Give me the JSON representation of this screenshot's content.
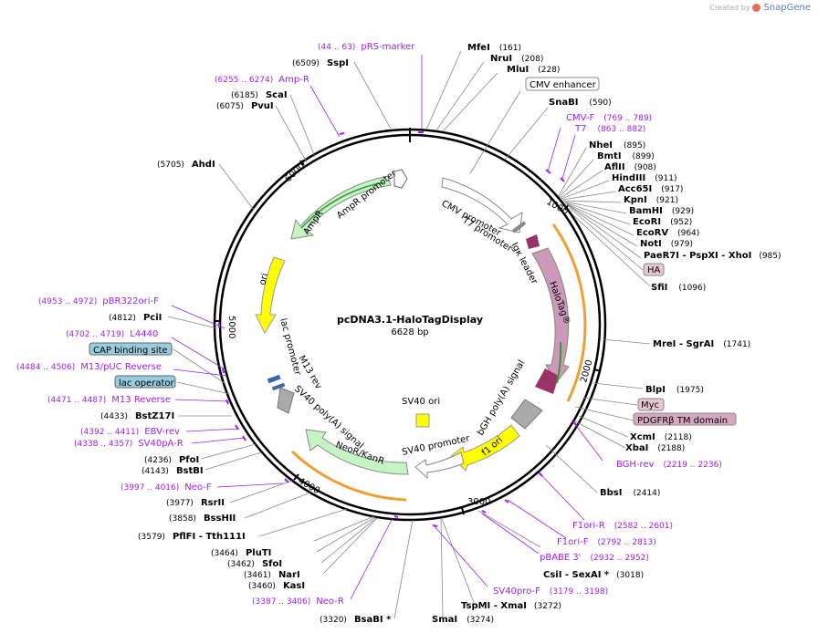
{
  "app": {
    "credit": "Created by",
    "brand": "SnapGene"
  },
  "plasmid": {
    "name": "pcDNA3.1-HaloTagDisplay",
    "size": "6628 bp"
  },
  "colors": {
    "primer": "#a020f0",
    "ampr": "#c5f5c5",
    "ori": "#ffff00",
    "halotag": "#cc99bb",
    "igk": "#993366",
    "orange": "#f0a030"
  },
  "ticks": [
    "1000",
    "2000",
    "3000",
    "4000",
    "5000",
    "6000"
  ],
  "features_on_map": {
    "cmv_promoter": "CMV promoter",
    "t7_promoter": "T7 promoter",
    "igk": "Igκ leader",
    "halotag": "HaloTag®",
    "pdgfr_signal": "bGH poly(A) signal",
    "f1ori": "f1 ori",
    "sv40promoter": "SV40 promoter",
    "sv40ori": "SV40 ori",
    "neokan": "NeoR/KanR",
    "sv40pa": "SV40 poly(A) signal",
    "m13rev": "M13 rev",
    "lacpromoter": "lac promoter",
    "ori": "ori",
    "ampr": "AmpR",
    "ampr_promoter": "AmpR promoter"
  },
  "boxed_labels": {
    "cmv_enhancer": "CMV enhancer",
    "ha": "HA",
    "myc": "Myc",
    "pdgfr_tm": "PDGFRβ TM domain",
    "cap": "CAP binding site",
    "lac_op": "lac operator"
  },
  "right_labels": [
    {
      "name": "MfeI",
      "pos": "(161)"
    },
    {
      "name": "NruI",
      "pos": "(208)"
    },
    {
      "name": "MluI",
      "pos": "(228)"
    },
    {
      "name": "SnaBI",
      "pos": "(590)"
    },
    {
      "name": "NheI",
      "pos": "(895)"
    },
    {
      "name": "BmtI",
      "pos": "(899)"
    },
    {
      "name": "AflII",
      "pos": "(908)"
    },
    {
      "name": "HindIII",
      "pos": "(911)"
    },
    {
      "name": "Acc65I",
      "pos": "(917)"
    },
    {
      "name": "KpnI",
      "pos": "(921)"
    },
    {
      "name": "BamHI",
      "pos": "(929)"
    },
    {
      "name": "EcoRI",
      "pos": "(952)"
    },
    {
      "name": "EcoRV",
      "pos": "(964)"
    },
    {
      "name": "NotI",
      "pos": "(979)"
    },
    {
      "name": "PaeR7I - PspXI - XhoI",
      "pos": "(985)"
    },
    {
      "name": "SfiI",
      "pos": "(1096)"
    },
    {
      "name": "MreI - SgrAI",
      "pos": "(1741)"
    },
    {
      "name": "BlpI",
      "pos": "(1975)"
    },
    {
      "name": "XcmI",
      "pos": "(2118)"
    },
    {
      "name": "XbaI",
      "pos": "(2188)"
    },
    {
      "name": "BbsI",
      "pos": "(2414)"
    },
    {
      "name": "CsiI - SexAI *",
      "pos": "(3018)"
    },
    {
      "name": "TspMI - XmaI",
      "pos": "(3272)"
    },
    {
      "name": "SmaI",
      "pos": "(3274)"
    },
    {
      "name": "BsaBI *",
      "pos": "(3320)"
    }
  ],
  "left_labels": [
    {
      "name": "SspI",
      "pos": "(6509)"
    },
    {
      "name": "ScaI",
      "pos": "(6185)"
    },
    {
      "name": "PvuI",
      "pos": "(6075)"
    },
    {
      "name": "AhdI",
      "pos": "(5705)"
    },
    {
      "name": "PciI",
      "pos": "(4812)"
    },
    {
      "name": "BstZ17I",
      "pos": "(4433)"
    },
    {
      "name": "PfoI",
      "pos": "(4236)"
    },
    {
      "name": "BstBI",
      "pos": "(4143)"
    },
    {
      "name": "RsrII",
      "pos": "(3977)"
    },
    {
      "name": "BssHII",
      "pos": "(3858)"
    },
    {
      "name": "PflFI - Tth111I",
      "pos": "(3579)"
    },
    {
      "name": "PluTI",
      "pos": "(3464)"
    },
    {
      "name": "SfoI",
      "pos": "(3462)"
    },
    {
      "name": "NarI",
      "pos": "(3461)"
    },
    {
      "name": "KasI",
      "pos": "(3460)"
    }
  ],
  "primers": [
    {
      "name": "pRS-marker",
      "range": "(44 .. 63)"
    },
    {
      "name": "Amp-R",
      "range": "(6255 .. 6274)"
    },
    {
      "name": "CMV-F",
      "range": "(769 .. 789)"
    },
    {
      "name": "T7",
      "range": "(863 .. 882)"
    },
    {
      "name": "pBR322ori-F",
      "range": "(4953 .. 4972)"
    },
    {
      "name": "L4440",
      "range": "(4702 .. 4719)"
    },
    {
      "name": "M13/pUC Reverse",
      "range": "(4484 .. 4506)"
    },
    {
      "name": "M13 Reverse",
      "range": "(4471 .. 4487)"
    },
    {
      "name": "EBV-rev",
      "range": "(4392 .. 4411)"
    },
    {
      "name": "SV40pA-R",
      "range": "(4338 .. 4357)"
    },
    {
      "name": "Neo-F",
      "range": "(3997 .. 4016)"
    },
    {
      "name": "Neo-R",
      "range": "(3387 .. 3406)"
    },
    {
      "name": "BGH-rev",
      "range": "(2219 .. 2236)"
    },
    {
      "name": "F1ori-R",
      "range": "(2582 .. 2601)"
    },
    {
      "name": "F1ori-F",
      "range": "(2792 .. 2813)"
    },
    {
      "name": "pBABE 3'",
      "range": "(2932 .. 2952)"
    },
    {
      "name": "SV40pro-F",
      "range": "(3179 .. 3198)"
    }
  ]
}
